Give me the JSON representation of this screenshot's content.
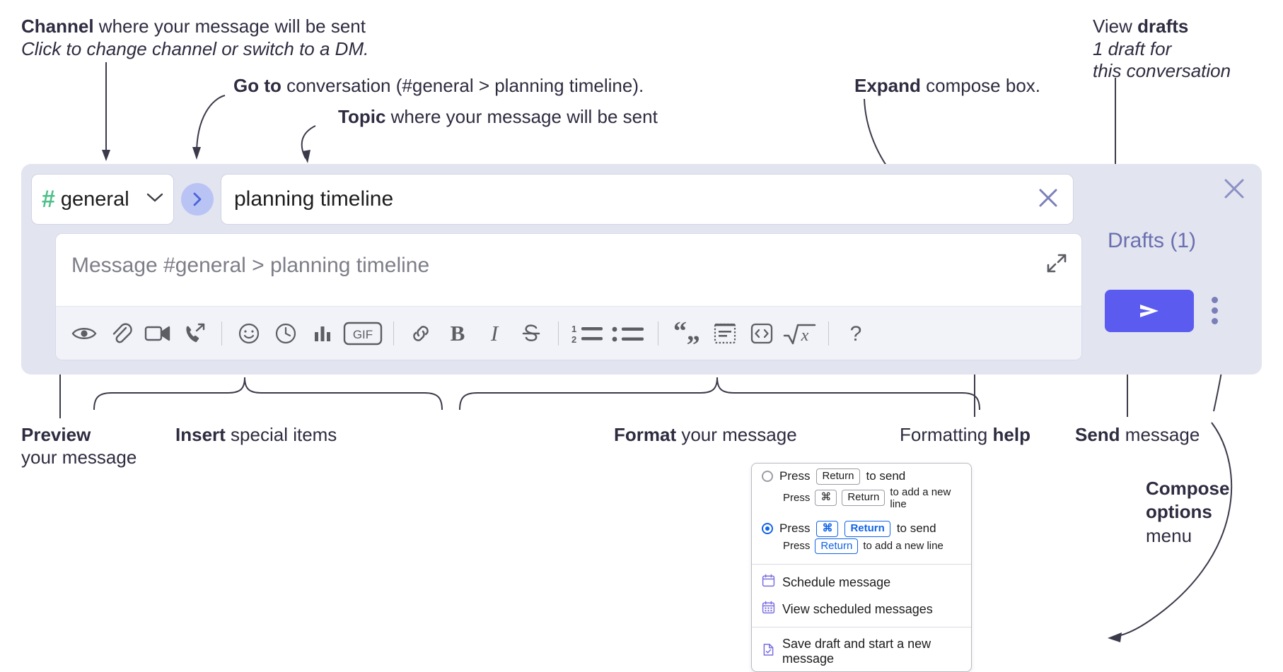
{
  "annotations": {
    "channel": {
      "bold": "Channel",
      "rest": " where your message will be sent",
      "italic": "Click to change channel or switch to a DM."
    },
    "goto": {
      "bold": "Go to",
      "rest": " conversation (#general > planning timeline)."
    },
    "topic": {
      "bold": "Topic",
      "rest": " where your message will be sent"
    },
    "expand": {
      "bold": "Expand",
      "rest": " compose box."
    },
    "drafts": {
      "plain": "View ",
      "bold": "drafts",
      "italic1": "1 draft for",
      "italic2": "this conversation"
    },
    "preview": {
      "bold": "Preview",
      "line2": "your message"
    },
    "insert": {
      "bold": "Insert",
      "rest": " special items"
    },
    "format": {
      "bold": "Format",
      "rest": " your message"
    },
    "help": {
      "plain": "Formatting ",
      "bold": "help"
    },
    "send": {
      "bold": "Send",
      "rest": " message"
    },
    "compose_options": {
      "bold1": "Compose",
      "bold2": "options",
      "rest": "menu"
    }
  },
  "compose": {
    "channel": {
      "hash": "#",
      "name": "general",
      "chevron": "chevron-down"
    },
    "go_button": "chevron-right",
    "topic_value": "planning timeline",
    "topic_clear": "close-icon",
    "message_placeholder": "Message #general > planning timeline",
    "expand_icon": "expand-icon",
    "toolbar": [
      {
        "name": "preview-icon",
        "label": "Preview"
      },
      {
        "name": "attachment-icon",
        "label": "Attach file"
      },
      {
        "name": "video-icon",
        "label": "Record video clip"
      },
      {
        "name": "huddle-icon",
        "label": "Start huddle"
      },
      {
        "name": "divider-1",
        "label": "|"
      },
      {
        "name": "emoji-icon",
        "label": "Emoji"
      },
      {
        "name": "schedule-icon",
        "label": "Reminder"
      },
      {
        "name": "poll-icon",
        "label": "Poll"
      },
      {
        "name": "gif-icon",
        "label": "GIF"
      },
      {
        "name": "divider-2",
        "label": "|"
      },
      {
        "name": "link-icon",
        "label": "Link"
      },
      {
        "name": "bold-icon",
        "label": "B"
      },
      {
        "name": "italic-icon",
        "label": "I"
      },
      {
        "name": "strikethrough-icon",
        "label": "S"
      },
      {
        "name": "divider-3",
        "label": "|"
      },
      {
        "name": "ordered-list-icon",
        "label": "Ordered list"
      },
      {
        "name": "bulleted-list-icon",
        "label": "Bulleted list"
      },
      {
        "name": "divider-4",
        "label": "|"
      },
      {
        "name": "blockquote-icon",
        "label": "Blockquote"
      },
      {
        "name": "code-block-icon",
        "label": "Code block"
      },
      {
        "name": "code-icon",
        "label": "Code"
      },
      {
        "name": "math-icon",
        "label": "Math"
      },
      {
        "name": "divider-5",
        "label": "|"
      },
      {
        "name": "help-icon",
        "label": "?"
      }
    ]
  },
  "rail": {
    "close_icon": "close-icon",
    "drafts_label": "Drafts (1)",
    "send_icon": "send-icon",
    "kebab_icon": "more-options-icon"
  },
  "menu": {
    "option1": {
      "pre": "Press",
      "key": "Return",
      "post": "to send",
      "sub_pre": "Press",
      "sub_key1": "⌘",
      "sub_key2": "Return",
      "sub_post": "to add a new line",
      "selected": false
    },
    "option2": {
      "pre": "Press",
      "key1": "⌘",
      "key2": "Return",
      "post": "to send",
      "sub_pre": "Press",
      "sub_key": "Return",
      "sub_post": "to add a new line",
      "selected": true
    },
    "items": [
      {
        "icon": "calendar-icon",
        "label": "Schedule message"
      },
      {
        "icon": "calendar-grid-icon",
        "label": "View scheduled messages"
      },
      {
        "icon": "save-draft-icon",
        "label": "Save draft and start a new message"
      }
    ]
  },
  "colors": {
    "compose_bg": "#e2e4f0",
    "accent_purple": "#5b5bef",
    "hash_green": "#4ec08a",
    "link_blue": "#1264e8",
    "text_dark": "#2e2c40"
  }
}
